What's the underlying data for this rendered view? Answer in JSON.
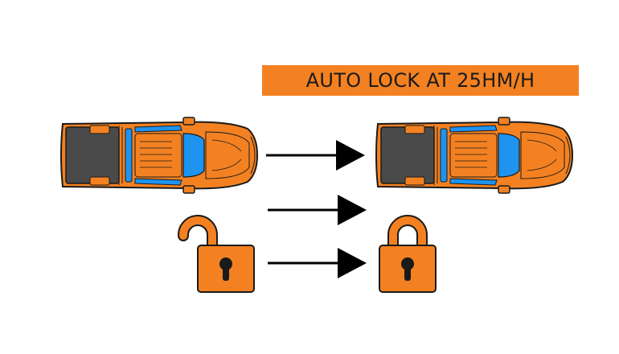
{
  "banner": {
    "text": "AUTO LOCK AT 25HM/H",
    "bg_color": "#f38121",
    "text_color": "#1a1a1a"
  },
  "colors": {
    "body": "#f38121",
    "bed": "#4a4a4a",
    "glass": "#1e93f0",
    "outline": "#1a1a1a",
    "arrow": "#000000"
  },
  "icons": {
    "before_truck": "pickup-truck-top-view",
    "after_truck": "pickup-truck-top-view",
    "before_lock": "padlock-unlocked",
    "after_lock": "padlock-locked",
    "arrows": "right-arrow"
  }
}
